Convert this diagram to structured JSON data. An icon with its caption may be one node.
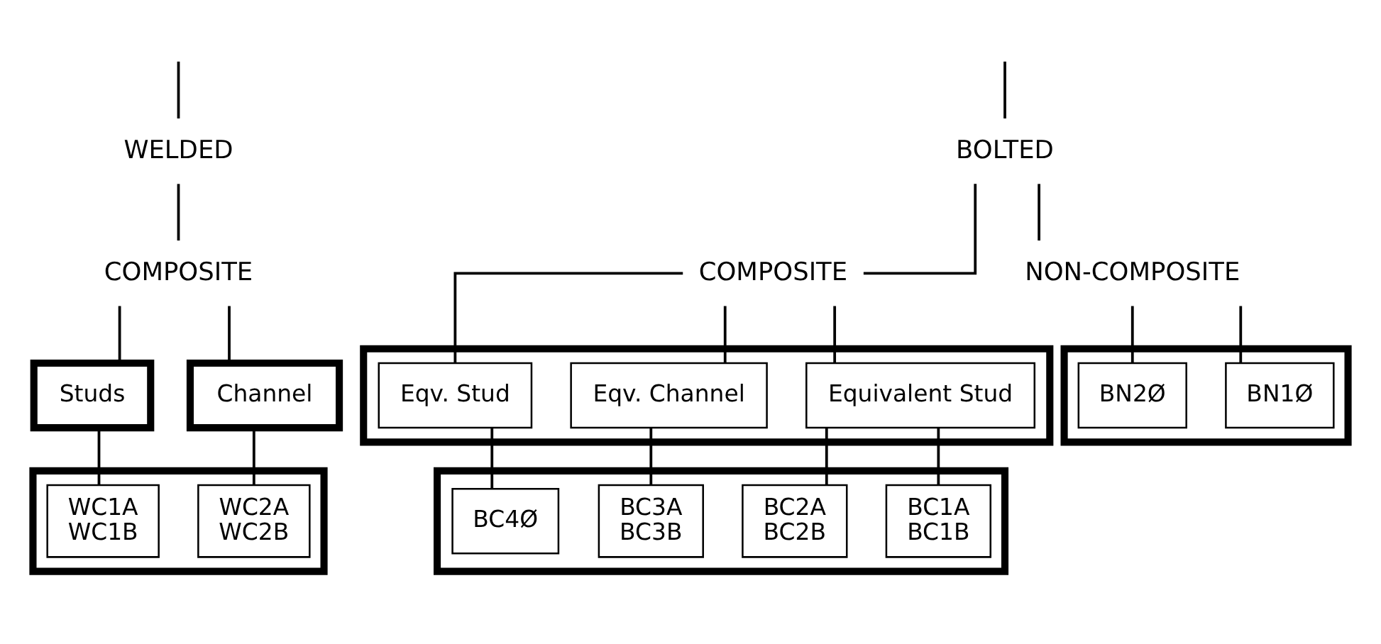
{
  "diagram": {
    "nodes": [
      {
        "text": [
          "WELDED"
        ]
      },
      {
        "text": [
          "BOLTED"
        ]
      },
      {
        "text": [
          "COMPOSITE"
        ]
      },
      {
        "text": [
          "COMPOSITE"
        ]
      },
      {
        "text": [
          "NON-COMPOSITE"
        ]
      },
      {
        "text": [
          "Studs"
        ]
      },
      {
        "text": [
          "Channel"
        ]
      },
      {
        "text": [],
        "shape": "box"
      },
      {
        "text": [
          "Equivalent Stud"
        ],
        "in": 7
      },
      {
        "text": [
          "Eqv. Channel"
        ],
        "in": 7
      },
      {
        "text": [
          "Eqv. Stud"
        ],
        "in": 7
      },
      {
        "text": [],
        "shape": "box"
      },
      {
        "text": [
          "WC1A",
          "WC1B"
        ],
        "in": 11
      },
      {
        "text": [
          "WC2A",
          "WC2B"
        ],
        "in": 11
      },
      {
        "text": [],
        "shape": "box"
      },
      {
        "text": [
          "BC1A",
          "BC1B"
        ],
        "in": 14
      },
      {
        "text": [
          "BC2A",
          "BC2B"
        ],
        "in": 14
      },
      {
        "text": [
          "BC3A",
          "BC3B"
        ],
        "in": 14
      },
      {
        "text": [
          "BC4Ø"
        ],
        "in": 14
      },
      {
        "text": [],
        "shape": "box"
      },
      {
        "text": [
          "BN1Ø"
        ],
        "in": 19
      },
      {
        "text": [
          "BN2Ø"
        ],
        "in": 19
      }
    ],
    "edges": [
      {
        "from": null,
        "to": 0,
        "arrow": "none"
      },
      {
        "from": null,
        "to": 1,
        "arrow": "none"
      },
      {
        "from": 0,
        "to": 2,
        "arrow": "none"
      },
      {
        "from": 1,
        "to": 3,
        "arrow": "none"
      },
      {
        "from": 1,
        "to": 4,
        "arrow": "none"
      },
      {
        "from": 2,
        "to": 5,
        "arrow": "none"
      },
      {
        "from": 2,
        "to": 6,
        "arrow": "none"
      },
      {
        "from": 3,
        "to": 8,
        "arrow": "none"
      },
      {
        "from": 3,
        "to": 9,
        "arrow": "none"
      },
      {
        "from": 3,
        "to": 10,
        "arrow": "none"
      },
      {
        "from": 5,
        "to": 12,
        "arrow": "none"
      },
      {
        "from": 6,
        "to": 13,
        "arrow": "none"
      },
      {
        "from": 8,
        "to": 15,
        "arrow": "none"
      },
      {
        "from": 8,
        "to": 16,
        "arrow": "none"
      },
      {
        "from": 9,
        "to": 17,
        "arrow": "none"
      },
      {
        "from": 10,
        "to": 18,
        "arrow": "none"
      },
      {
        "from": 4,
        "to": 20,
        "arrow": "none"
      },
      {
        "from": 4,
        "to": 21,
        "arrow": "none"
      }
    ]
  }
}
